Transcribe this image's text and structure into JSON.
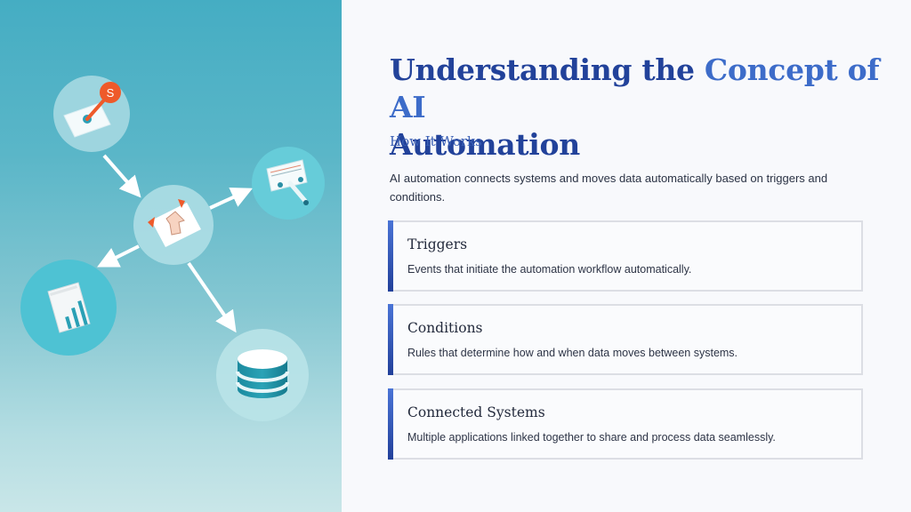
{
  "slide": {
    "title_part1": "Understanding the ",
    "title_part2": "Concept of AI",
    "title_part3": "Automation",
    "subtitle": "How It Works",
    "intro": "AI automation connects systems and moves data automatically based on triggers and conditions.",
    "colors": {
      "title": "#22429a",
      "title_accent": "#3d6cc9",
      "card_bar_top": "#4a74d6",
      "card_bar_bottom": "#22409a",
      "panel_top": "#45adc3",
      "panel_bottom": "#c9e6e8",
      "icon_orange": "#ee5a2a"
    }
  },
  "cards": [
    {
      "title": "Triggers",
      "description": "Events that initiate the automation workflow automatically."
    },
    {
      "title": "Conditions",
      "description": "Rules that determine how and when data moves between systems."
    },
    {
      "title": "Connected Systems",
      "description": "Multiple applications linked together to share and process data seamlessly."
    }
  ],
  "diagram": {
    "nodes": [
      {
        "id": "trigger",
        "icon": "switch-icon",
        "badge": "S"
      },
      {
        "id": "hub",
        "icon": "folder-upload-icon"
      },
      {
        "id": "dashboard",
        "icon": "dashboard-pen-icon"
      },
      {
        "id": "report",
        "icon": "bar-chart-document-icon"
      },
      {
        "id": "database",
        "icon": "database-icon"
      }
    ],
    "edges": [
      {
        "from": "trigger",
        "to": "hub"
      },
      {
        "from": "hub",
        "to": "dashboard"
      },
      {
        "from": "hub",
        "to": "report"
      },
      {
        "from": "hub",
        "to": "database"
      }
    ]
  }
}
